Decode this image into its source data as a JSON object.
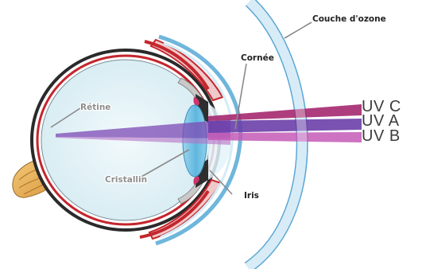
{
  "labels": {
    "ozone": "Couche d'ozone",
    "cornea": "Cornée",
    "retina": "Rétine",
    "lens": "Cristallin",
    "iris": "Iris"
  },
  "rays": [
    {
      "name": "UV C",
      "color": "#a5286f"
    },
    {
      "name": "UV A",
      "color": "#6c3fa8"
    },
    {
      "name": "UV B",
      "color": "#c45ab6"
    }
  ],
  "colors": {
    "ozone_layer": "#bcdcef",
    "eye_fill": "#e4f2f7",
    "choroid": "#c4262e",
    "lens": "#6fc0e2",
    "optic_nerve": "#e0a84a"
  }
}
